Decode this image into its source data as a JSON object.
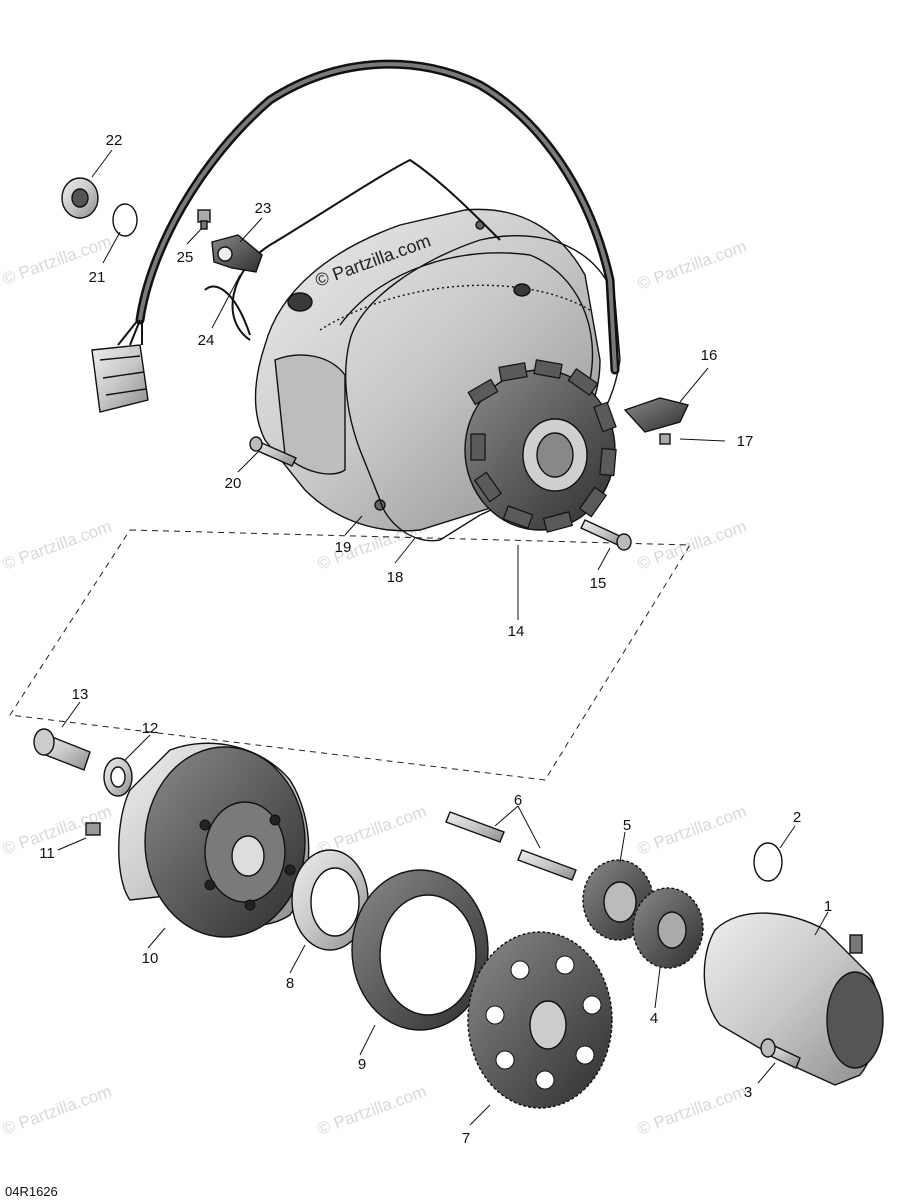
{
  "diagram": {
    "document_number": "04R1626",
    "watermark_center": "© Partzilla.com",
    "watermark_repeat": "© Partzilla.com",
    "callouts": [
      "1",
      "2",
      "3",
      "4",
      "5",
      "6",
      "7",
      "8",
      "9",
      "10",
      "11",
      "12",
      "13",
      "14",
      "15",
      "16",
      "17",
      "18",
      "19",
      "20",
      "21",
      "22",
      "23",
      "24",
      "25"
    ],
    "colors": {
      "line": "#111111",
      "part_fill": "#d4d4d4",
      "part_shade": "#9a9a9a",
      "watermark": "#d9d9d9"
    }
  }
}
